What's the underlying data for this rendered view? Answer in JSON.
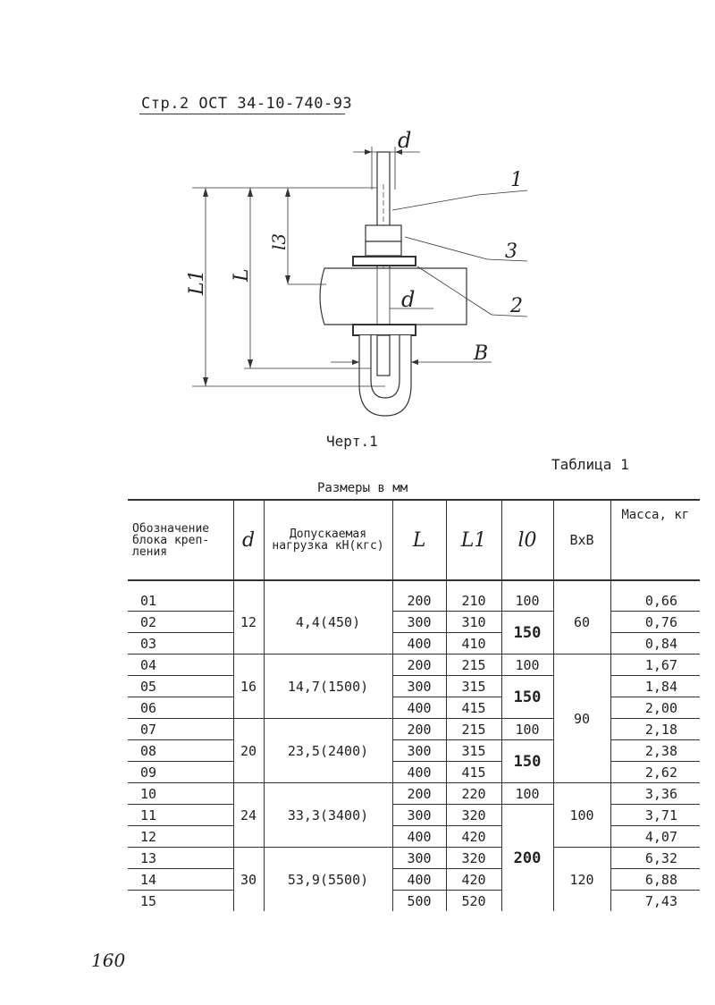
{
  "header": {
    "text": "Стр.2 ОСТ 34-10-740-93"
  },
  "figure": {
    "caption": "Черт.1",
    "labels": {
      "d_top": "d",
      "d_mid": "d",
      "one": "1",
      "two": "2",
      "three": "3",
      "B": "B",
      "L": "L",
      "L1": "L1",
      "l3": "l3"
    }
  },
  "table": {
    "caption": "Таблица 1",
    "units": "Размеры в мм",
    "headers": {
      "code": "Обозначение блока креп-ления",
      "d": "d",
      "load": "Допускаемая нагрузка кН(кгс)",
      "L": "L",
      "L1": "L1",
      "l0": "l0",
      "bxb": "BxB",
      "mass": "Масса, кг"
    },
    "rows": [
      {
        "code": "01",
        "L": "200",
        "L1": "210",
        "mass": "0,66"
      },
      {
        "code": "02",
        "L": "300",
        "L1": "310",
        "mass": "0,76"
      },
      {
        "code": "03",
        "L": "400",
        "L1": "410",
        "mass": "0,84"
      },
      {
        "code": "04",
        "L": "200",
        "L1": "215",
        "mass": "1,67"
      },
      {
        "code": "05",
        "L": "300",
        "L1": "315",
        "mass": "1,84"
      },
      {
        "code": "06",
        "L": "400",
        "L1": "415",
        "mass": "2,00"
      },
      {
        "code": "07",
        "L": "200",
        "L1": "215",
        "mass": "2,18"
      },
      {
        "code": "08",
        "L": "300",
        "L1": "315",
        "mass": "2,38"
      },
      {
        "code": "09",
        "L": "400",
        "L1": "415",
        "mass": "2,62"
      },
      {
        "code": "10",
        "L": "200",
        "L1": "220",
        "mass": "3,36"
      },
      {
        "code": "11",
        "L": "300",
        "L1": "320",
        "mass": "3,71"
      },
      {
        "code": "12",
        "L": "400",
        "L1": "420",
        "mass": "4,07"
      },
      {
        "code": "13",
        "L": "300",
        "L1": "320",
        "mass": "6,32"
      },
      {
        "code": "14",
        "L": "400",
        "L1": "420",
        "mass": "6,88"
      },
      {
        "code": "15",
        "L": "500",
        "L1": "520",
        "mass": "7,43"
      }
    ],
    "groups": [
      {
        "d": "12",
        "load": "4,4(450)"
      },
      {
        "d": "16",
        "load": "14,7(1500)"
      },
      {
        "d": "20",
        "load": "23,5(2400)"
      },
      {
        "d": "24",
        "load": "33,3(3400)"
      },
      {
        "d": "30",
        "load": "53,9(5500)"
      }
    ],
    "l0": {
      "v100": "100",
      "v150": "150",
      "v200": "200"
    },
    "bxb": {
      "v60": "60",
      "v90": "90",
      "v100": "100",
      "v120": "120"
    }
  },
  "page_number": "160"
}
